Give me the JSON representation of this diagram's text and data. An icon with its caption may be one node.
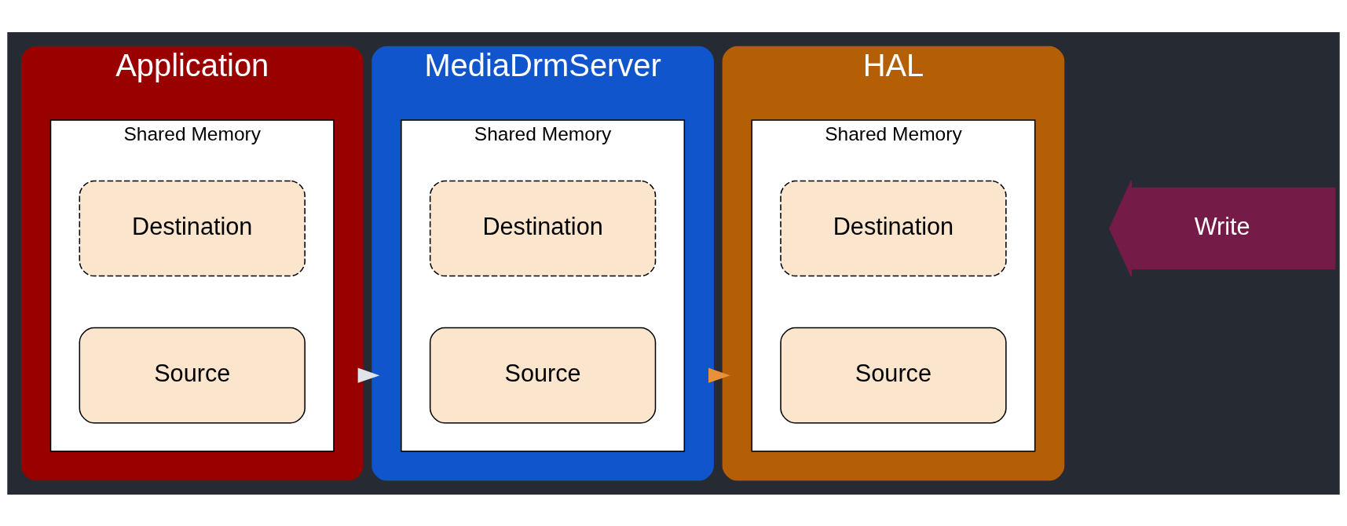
{
  "diagram": {
    "nodes": [
      {
        "text": [
          "Application"
        ]
      },
      {
        "text": [
          "Shared Memory"
        ],
        "in": 0
      },
      {
        "text": [
          "Source"
        ],
        "in": 1
      },
      {
        "text": [
          "Destination"
        ],
        "in": 1
      },
      {
        "text": [
          "MediaDrmServer"
        ]
      },
      {
        "text": [
          "Shared Memory"
        ],
        "in": 4
      },
      {
        "text": [
          "Source"
        ],
        "in": 5
      },
      {
        "text": [
          "Destination"
        ],
        "in": 5
      },
      {
        "text": [
          "HAL"
        ]
      },
      {
        "text": [
          "Shared Memory"
        ],
        "in": 8
      },
      {
        "text": [
          "Source"
        ],
        "in": 9
      },
      {
        "text": [
          "Destination"
        ],
        "in": 9
      },
      {
        "text": [
          "Write"
        ]
      }
    ],
    "edges": [
      {
        "from": 0,
        "to": 4,
        "arrow": "to",
        "color": "#e0e3ea"
      },
      {
        "from": 4,
        "to": 8,
        "arrow": "to",
        "color": "#e8913a"
      }
    ]
  }
}
